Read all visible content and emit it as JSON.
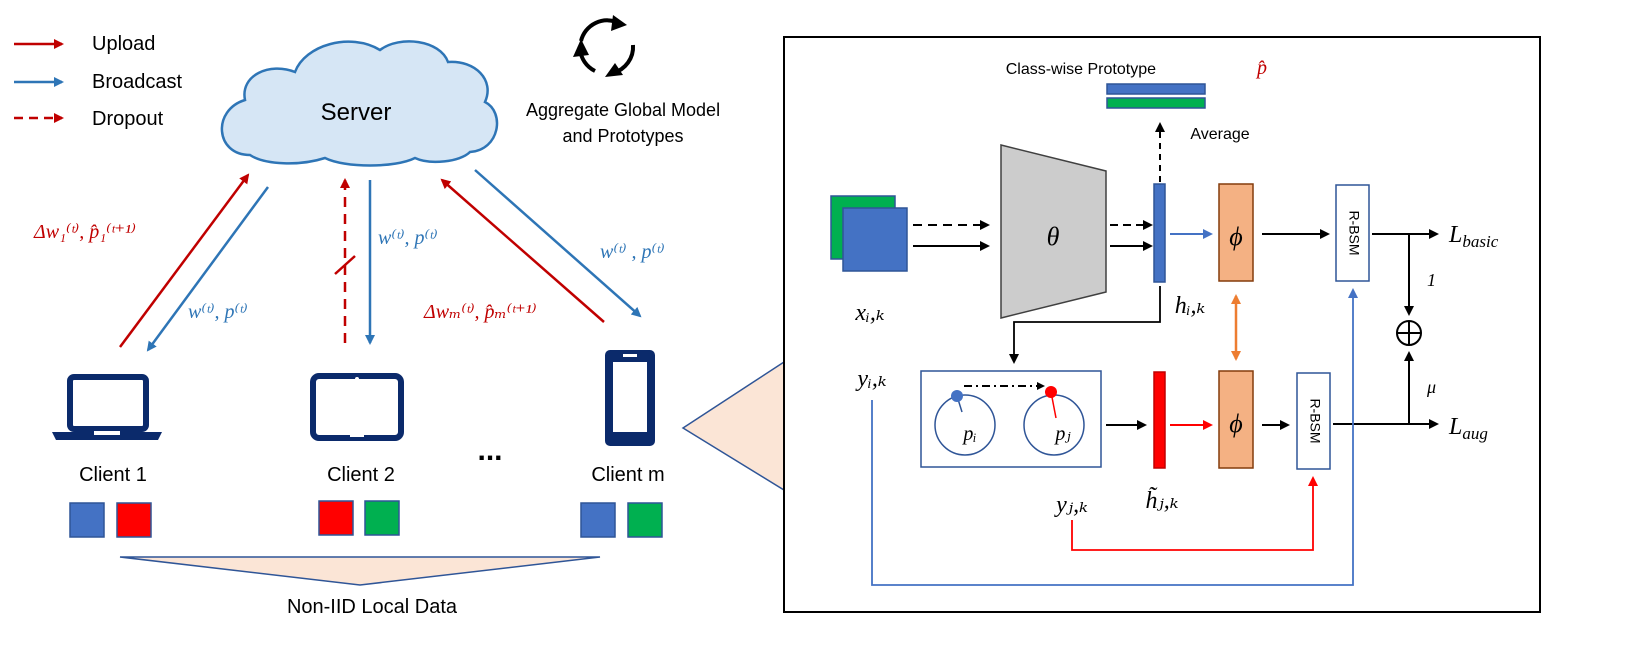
{
  "legend": {
    "upload": "Upload",
    "broadcast": "Broadcast",
    "dropout": "Dropout"
  },
  "server": {
    "label": "Server",
    "aggregate_line1": "Aggregate Global Model",
    "aggregate_line2": "and Prototypes"
  },
  "clients": [
    {
      "label": "Client 1"
    },
    {
      "label": "Client 2"
    },
    {
      "label": "Client m"
    }
  ],
  "ellipsis": "...",
  "local_data_label": "Non-IID Local Data",
  "labels": {
    "delta_w1": "Δw₁⁽ᵗ⁾, p̂₁⁽ᵗ⁺¹⁾",
    "w_p_client1": "w⁽ᵗ⁾, p⁽ᵗ⁾",
    "w_p_client2": "w⁽ᵗ⁾, p⁽ᵗ⁾",
    "delta_wm": "Δwₘ⁽ᵗ⁾, p̂ₘ⁽ᵗ⁺¹⁾",
    "w_p_clientm": "w⁽ᵗ⁾ , p⁽ᵗ⁾"
  },
  "detail": {
    "prototype_title": "Class-wise Prototype",
    "prototype_symbol": "p̂",
    "average": "Average",
    "theta": "θ",
    "phi_top": "ϕ",
    "phi_bottom": "ϕ",
    "rbsm_top": "R-BSM",
    "rbsm_bottom": "R-BSM",
    "x_ik": "xᵢ,ₖ",
    "h_ik": "hᵢ,ₖ",
    "y_ik": "yᵢ,ₖ",
    "y_jk": "yⱼ,ₖ",
    "h_tilde_jk": "h̃ⱼ,ₖ",
    "p_i": "pᵢ",
    "p_j": "pⱼ",
    "L_basic": "L_basic",
    "L_aug": "L_aug",
    "one": "1",
    "mu": "μ",
    "oplus": "⊕"
  },
  "colors": {
    "upload": "#c00000",
    "broadcast": "#2e75b6",
    "cloud_fill": "#d6e6f5",
    "cloud_stroke": "#2e75b6",
    "device": "#0b2a6b",
    "data_blue": "#4472c4",
    "data_red": "#ff0000",
    "data_green": "#00b050",
    "encoder": "#cccccc",
    "head": "#f4b183",
    "orange_arrow": "#ed7d31"
  }
}
